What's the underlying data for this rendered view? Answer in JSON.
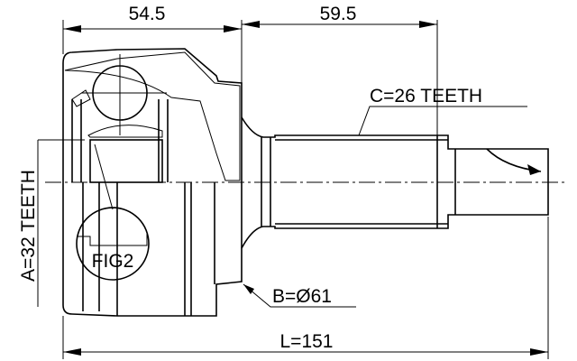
{
  "dimensions": {
    "housing_length": "54.5",
    "shaft_length": "59.5",
    "total_length": "L=151",
    "outer_teeth": "C=26 TEETH",
    "inner_teeth": "A=32 TEETH",
    "diameter": "B=Ø61"
  },
  "detail_label": "FIG2"
}
